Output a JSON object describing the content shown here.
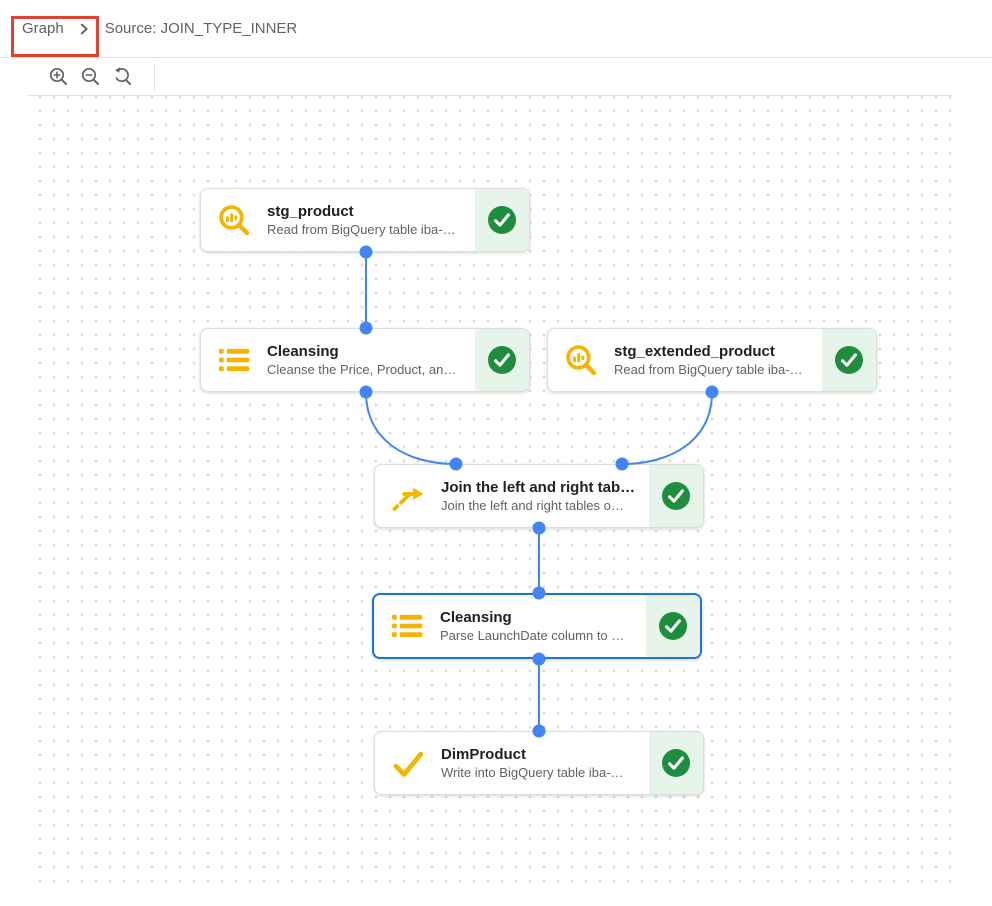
{
  "breadcrumb": {
    "graph_label": "Graph",
    "source_label": "Source: JOIN_TYPE_INNER"
  },
  "toolbar": {
    "buttons": [
      {
        "name": "zoom-in"
      },
      {
        "name": "zoom-out"
      },
      {
        "name": "zoom-reset"
      }
    ]
  },
  "nodes": [
    {
      "id": "stg_product",
      "title": "stg_product",
      "subtitle": "Read from BigQuery table iba-…",
      "icon": "bigquery-source-icon",
      "status": "success",
      "selected": false
    },
    {
      "id": "cleansing_1",
      "title": "Cleansing",
      "subtitle": "Cleanse the Price, Product, an…",
      "icon": "transform-list-icon",
      "status": "success",
      "selected": false
    },
    {
      "id": "stg_extended_product",
      "title": "stg_extended_product",
      "subtitle": "Read from BigQuery table iba-…",
      "icon": "bigquery-source-icon",
      "status": "success",
      "selected": false
    },
    {
      "id": "join",
      "title": "Join the left and right tab…",
      "subtitle": "Join the left and right tables o…",
      "icon": "join-icon",
      "status": "success",
      "selected": false
    },
    {
      "id": "cleansing_2",
      "title": "Cleansing",
      "subtitle": "Parse LaunchDate column to …",
      "icon": "transform-list-icon",
      "status": "success",
      "selected": true
    },
    {
      "id": "dim_product",
      "title": "DimProduct",
      "subtitle": "Write into BigQuery table iba-…",
      "icon": "sink-check-icon",
      "status": "success",
      "selected": false
    }
  ],
  "edges": [
    {
      "from": "stg_product",
      "to": "cleansing_1"
    },
    {
      "from": "cleansing_1",
      "to": "join"
    },
    {
      "from": "stg_extended_product",
      "to": "join"
    },
    {
      "from": "join",
      "to": "cleansing_2"
    },
    {
      "from": "cleansing_2",
      "to": "dim_product"
    }
  ],
  "colors": {
    "edge_blue": "#4285f4",
    "selected_border": "#1a73e8",
    "status_green": "#1e8e3e",
    "status_bg_green": "#e6f4ea",
    "icon_yellow": "#f4b400",
    "annotation_red": "#e0432d"
  }
}
